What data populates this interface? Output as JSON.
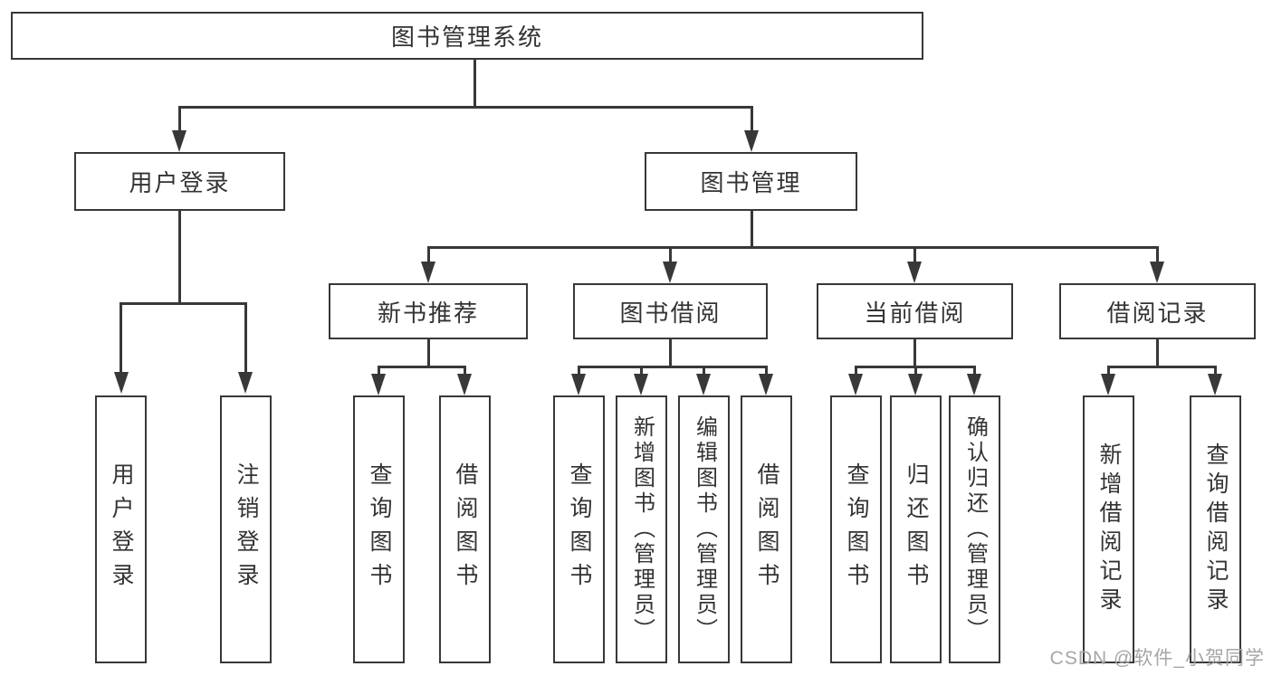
{
  "title": "图书管理系统",
  "colors": {
    "line": "#383838",
    "node_border": "#383838",
    "text": "#333333",
    "background": "#ffffff",
    "watermark": "#a6a6a6"
  },
  "watermark": {
    "text": "CSDN @软件_小贺同学"
  },
  "tree": {
    "label": "图书管理系统",
    "children": [
      {
        "label": "用户登录",
        "children": [
          {
            "label": "用户登录"
          },
          {
            "label": "注销登录"
          }
        ]
      },
      {
        "label": "图书管理",
        "children": [
          {
            "label": "新书推荐",
            "children": [
              {
                "label": "查询图书"
              },
              {
                "label": "借阅图书"
              }
            ]
          },
          {
            "label": "图书借阅",
            "children": [
              {
                "label": "查询图书"
              },
              {
                "label": "新增图书（管理员）"
              },
              {
                "label": "编辑图书（管理员）"
              },
              {
                "label": "借阅图书"
              }
            ]
          },
          {
            "label": "当前借阅",
            "children": [
              {
                "label": "查询图书"
              },
              {
                "label": "归还图书"
              },
              {
                "label": "确认归还（管理员）"
              }
            ]
          },
          {
            "label": "借阅记录",
            "children": [
              {
                "label": "新增借阅记录"
              },
              {
                "label": "查询借阅记录"
              }
            ]
          }
        ]
      }
    ]
  }
}
